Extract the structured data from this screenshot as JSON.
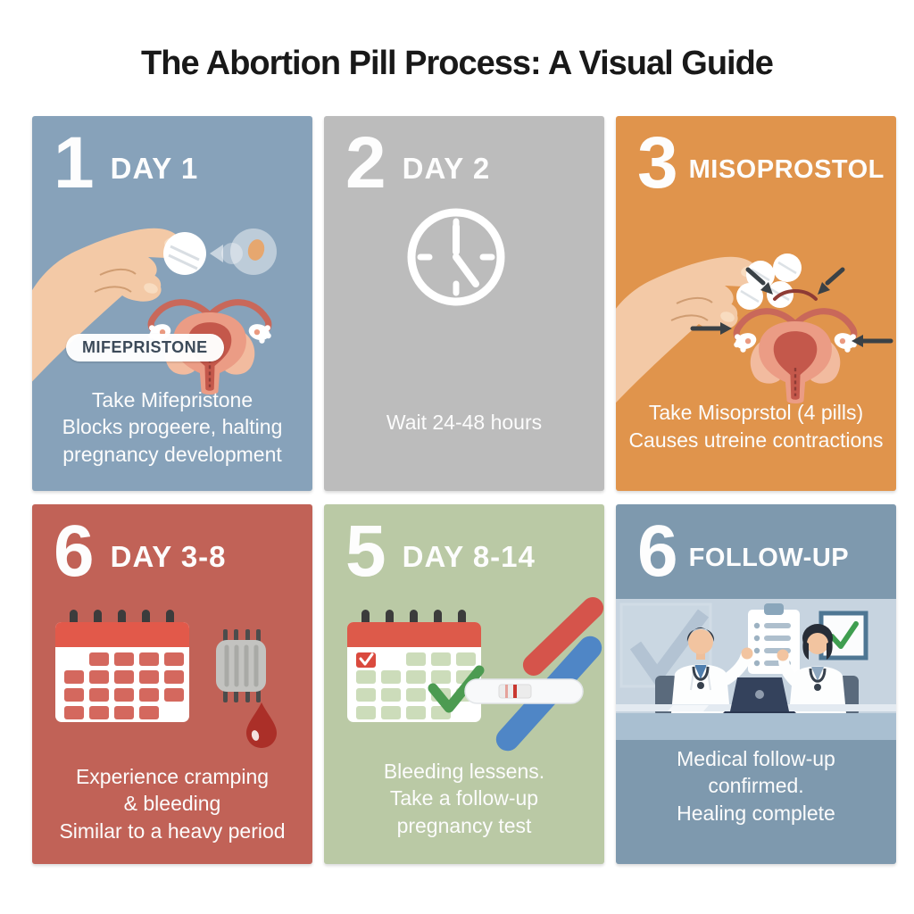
{
  "title": "The Abortion Pill Process: A Visual Guide",
  "panels": [
    {
      "number": "1",
      "heading": "DAY 1",
      "badge": "MIFEPRISTONE",
      "caption_lines": [
        "Take Mifepristone",
        "Blocks progeere, halting",
        "pregnancy development"
      ],
      "bg": "#87a2ba",
      "icons": [
        "hand-holding-pill-icon",
        "uterus-icon"
      ]
    },
    {
      "number": "2",
      "heading": "DAY 2",
      "caption_lines": [
        "Wait 24-48 hours"
      ],
      "bg": "#bcbcbc",
      "icons": [
        "clock-icon"
      ]
    },
    {
      "number": "3",
      "heading": "MISOPROSTOL",
      "caption_lines": [
        "Take Misoprstol (4 pills)",
        "Causes utreine contractions"
      ],
      "bg": "#e0944c",
      "icons": [
        "hand-holding-pills-icon",
        "uterus-contractions-icon"
      ]
    },
    {
      "number": "6",
      "heading": "DAY 3-8",
      "caption_lines": [
        "Experience cramping",
        "& bleeding",
        "Similar to a heavy period"
      ],
      "bg": "#c16257",
      "icons": [
        "calendar-icon",
        "pad-icon",
        "blood-drop-icon"
      ]
    },
    {
      "number": "5",
      "heading": "DAY 8-14",
      "caption_lines": [
        "Bleeding lessens.",
        "Take a follow-up",
        "pregnancy test"
      ],
      "bg": "#bac9a5",
      "icons": [
        "calendar-check-icon",
        "pregnancy-test-icon"
      ]
    },
    {
      "number": "6",
      "heading": "FOLLOW-UP",
      "caption_lines": [
        "Medical follow-up",
        "confirmed.",
        "Healing complete"
      ],
      "bg": "#7e99ae",
      "icons": [
        "doctors-consultation-icon",
        "clipboard-icon",
        "framed-check-icon",
        "laptop-icon"
      ]
    }
  ],
  "colors": {
    "page_bg": "#ffffff",
    "title_text": "#191919",
    "panel_text": "#fdfdfd",
    "panel1_bg": "#87a2ba",
    "panel2_bg": "#bcbcbc",
    "panel3_bg": "#e0944c",
    "panel4_bg": "#c16257",
    "panel5_bg": "#bac9a5",
    "panel6_bg": "#7e99ae",
    "scene_bg": "#c7d4e0",
    "skin": "#f3c9a6",
    "uterus_body": "#eb9c85",
    "uterus_inner": "#c4584b",
    "calendar_red": "#e2594a",
    "blood_drop": "#ab2f28",
    "check_green": "#4c9b51",
    "test_blue": "#4f86c6",
    "test_red": "#d5544b"
  }
}
